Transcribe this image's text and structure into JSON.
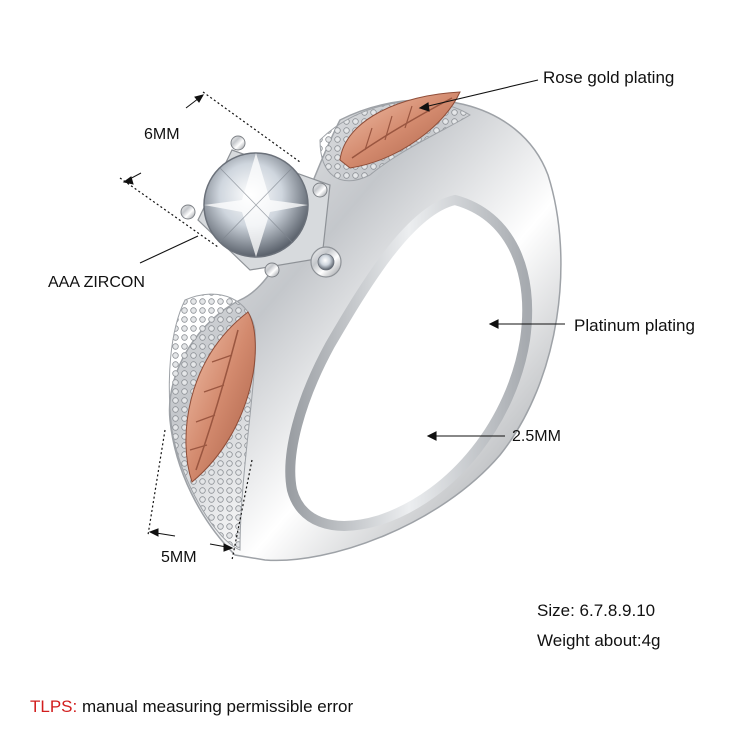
{
  "labels": {
    "rose_gold": "Rose gold plating",
    "platinum": "Platinum plating",
    "band_width": "2.5MM",
    "stone_size": "6MM",
    "zircon": "AAA ZIRCON",
    "shank_width": "5MM"
  },
  "specs": {
    "size": "Size: 6.7.8.9.10",
    "weight": "Weight about:4g"
  },
  "tip": {
    "tag": "TLPS:",
    "text": " manual measuring permissible error"
  },
  "colors": {
    "background": "#ffffff",
    "tip_tag": "#d21e1e",
    "rose_gold": "#d9957a",
    "silver": "#c9ccd0"
  }
}
